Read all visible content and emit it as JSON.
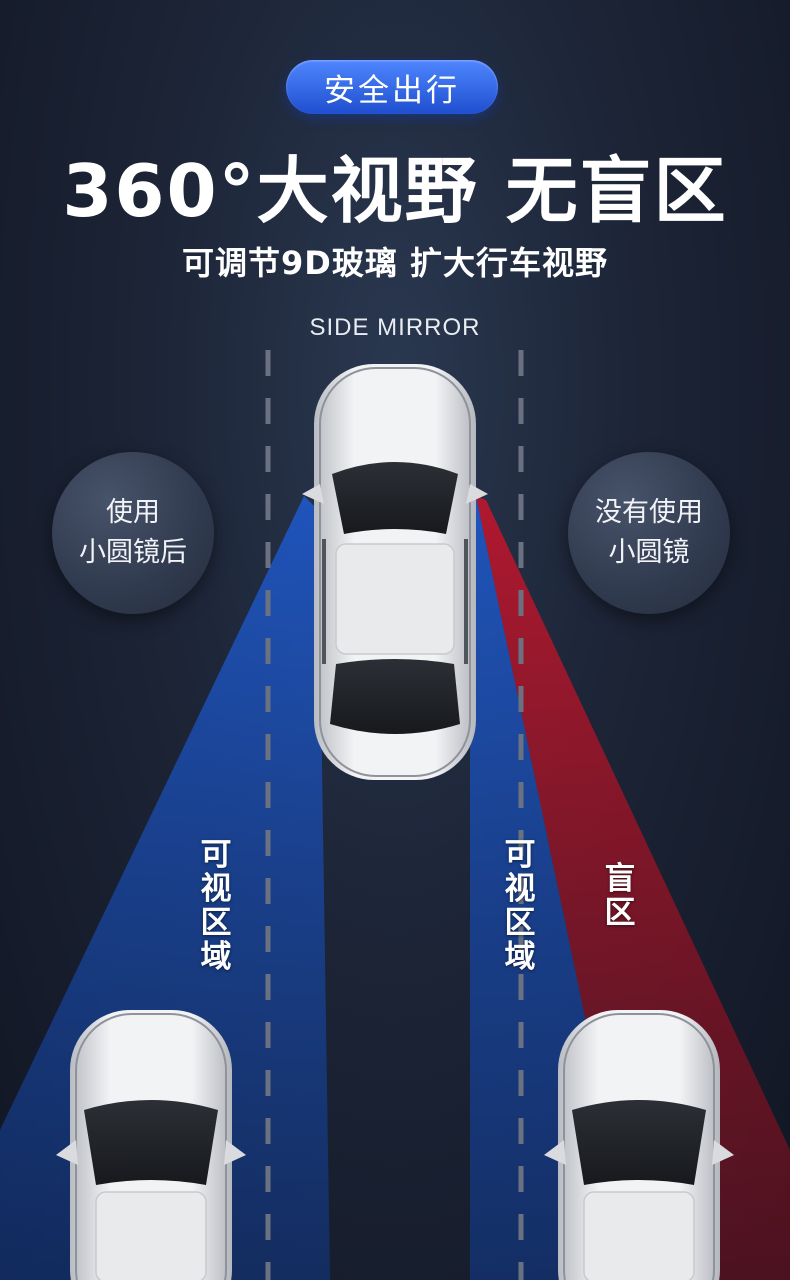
{
  "header": {
    "badge": "安全出行",
    "title": "360°大视野 无盲区",
    "subtitle": "可调节9D玻璃 扩大行车视野",
    "tag": "SIDE MIRROR"
  },
  "bubbles": {
    "left": [
      "使用",
      "小圆镜后"
    ],
    "right": [
      "没有使用",
      "小圆镜"
    ]
  },
  "zones": {
    "left_visible": "可视区域",
    "right_visible": "可视区域",
    "blind": "盲区"
  },
  "colors": {
    "visible_zone": "#1d4fae",
    "blind_zone": "#b0142a",
    "badge": "#3a6ef0"
  }
}
